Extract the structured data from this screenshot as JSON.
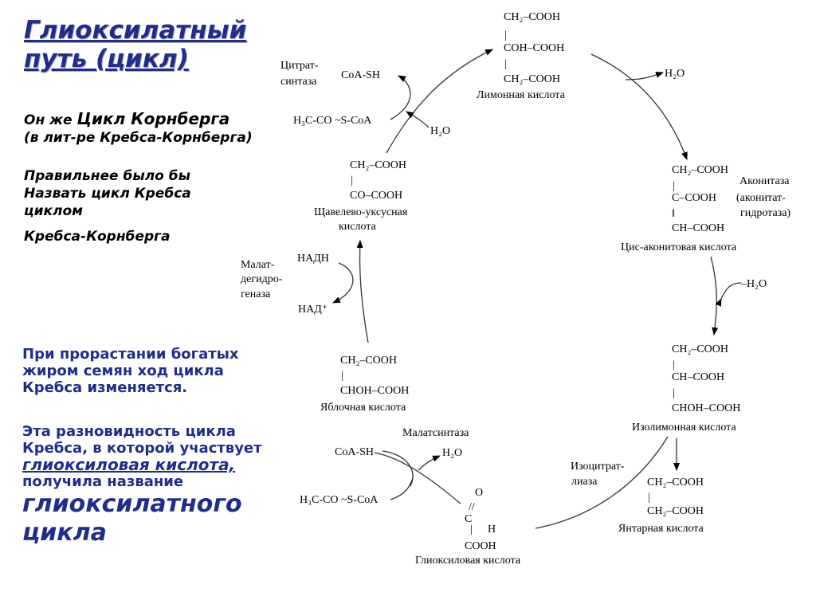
{
  "left": {
    "title_line1": "Глиоксилатный",
    "title_line2": "путь (цикл)",
    "alias_prefix": "Он же",
    "alias_name": "Цикл  Корнберга",
    "alias_note": "(в лит-ре Кребса-Корнберга)",
    "correct_line1": "Правильнее было бы",
    "correct_line2": "Назвать цикл Кребса",
    "correct_line3": "циклом",
    "correct_line4": "Кребса-Корнберга",
    "para1_line1": "При прорастании богатых",
    "para1_line2": "жиром семян ход цикла",
    "para1_line3": "Кребса изменяется.",
    "para2_line1": "Эта разновидность цикла",
    "para2_line2": "Кребса, в которой участвует",
    "para2_em": "глиоксиловая кислота,",
    "para2_line4": "получила название",
    "para2_big1": "глиоксилатного",
    "para2_big2": "цикла"
  },
  "diagram": {
    "citrate": {
      "l1": "CH₂–COOH",
      "l2": "COH–COOH",
      "l3": "CH₂–COOH",
      "name": "Лимонная кислота"
    },
    "cis_aconitate": {
      "l1": "CH₂–COOH",
      "l2": "C–COOH",
      "l3": "CH–COOH",
      "name": "Цис-аконитовая кислота"
    },
    "isocitrate": {
      "l1": "CH₂–COOH",
      "l2": "CH–COOH",
      "l3": "CHOH–COOH",
      "name": "Изолимонная кислота"
    },
    "succinate": {
      "l1": "CH₂–COOH",
      "l2": "CH₂–COOH",
      "name": "Янтарная кислота"
    },
    "glyoxylate": {
      "o": "O",
      "c": "C",
      "h": "H",
      "cooh": "COOH",
      "name": "Глиоксиловая кислота"
    },
    "malate": {
      "l1": "CH₂–COOH",
      "l2": "CHOH–COOH",
      "name": "Яблочная кислота"
    },
    "oxaloacetate": {
      "l1": "CH₂–COOH",
      "l2": "CO–COOH",
      "name1": "Щавелево-уксусная",
      "name2": "кислота"
    },
    "enzymes": {
      "citrate_synthase1": "Цитрат-",
      "citrate_synthase2": "синтаза",
      "aconitase1": "Аконитаза",
      "aconitase2": "(аконитат-",
      "aconitase3": "гидротаза)",
      "isocitrate_lyase1": "Изоцитрат-",
      "isocitrate_lyase2": "лиаза",
      "malate_synthase": "Малатсинтаза",
      "mdh1": "Малат-",
      "mdh2": "дегидро-",
      "mdh3": "геназа"
    },
    "cofactors": {
      "coash_top": "CoA-SH",
      "acetyl_top": "H₃C-CO ~S-CoA",
      "h2o_top": "H₂O",
      "h2o_right1": "H₂O",
      "h2o_right2": "–H₂O",
      "coash_bottom": "CoA-SH",
      "h2o_bottom": "H₂O",
      "acetyl_bottom": "H₃C-CO ~S-CoA",
      "nadh": "НАДН",
      "nad": "НАД⁺"
    }
  }
}
